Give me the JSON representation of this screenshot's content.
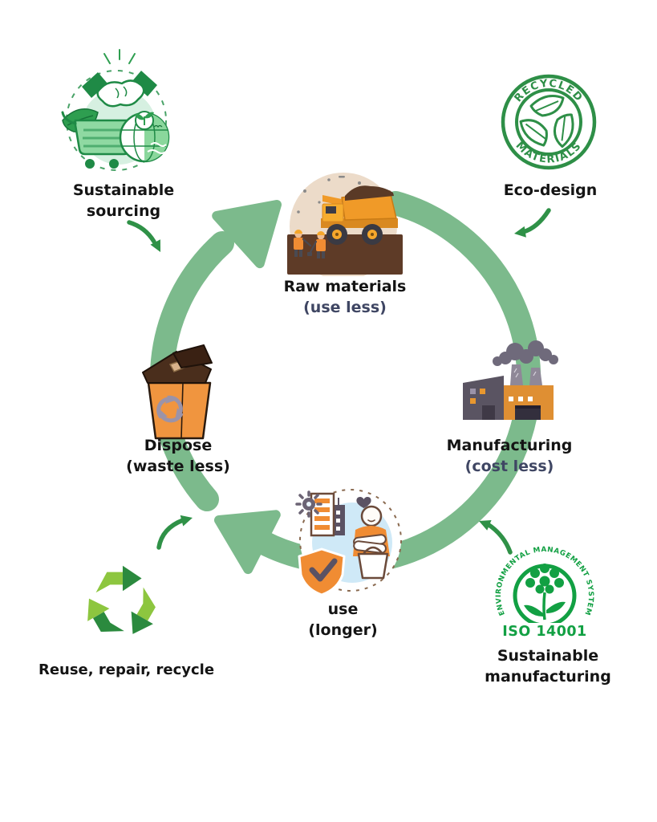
{
  "cycle": {
    "raw_materials": {
      "label": "Raw materials",
      "sublabel": "(use less)"
    },
    "manufacturing": {
      "label": "Manufacturing",
      "sublabel": "(cost less)"
    },
    "use": {
      "label": "use",
      "sublabel": "(longer)"
    },
    "dispose": {
      "label": "Dispose",
      "sublabel": "(waste less)"
    }
  },
  "callouts": {
    "sustainable_sourcing": {
      "line1": "Sustainable",
      "line2": "sourcing"
    },
    "eco_design": {
      "label": "Eco-design"
    },
    "reuse_repair_recycle": {
      "label": "Reuse, repair, recycle"
    },
    "sustainable_manufacturing": {
      "line1": "Sustainable",
      "line2": "manufacturing"
    }
  },
  "badges": {
    "recycled_materials": {
      "arc_top": "RECYCLED",
      "arc_bottom": "MATERIALS"
    },
    "iso_14001": {
      "arc_text": "ENVIRONMENTAL MANAGEMENT SYSTEM",
      "label": "ISO 14001"
    }
  },
  "colors": {
    "ring_green": "#7cba8c",
    "accent_arrow_green": "#2f9147",
    "badge_green": "#2e8f47",
    "iso_green": "#12a043",
    "recycle_dark": "#2b8a3e",
    "recycle_light": "#8dc63f",
    "sublabel_navy": "#3f4663",
    "label_black": "#141414"
  }
}
